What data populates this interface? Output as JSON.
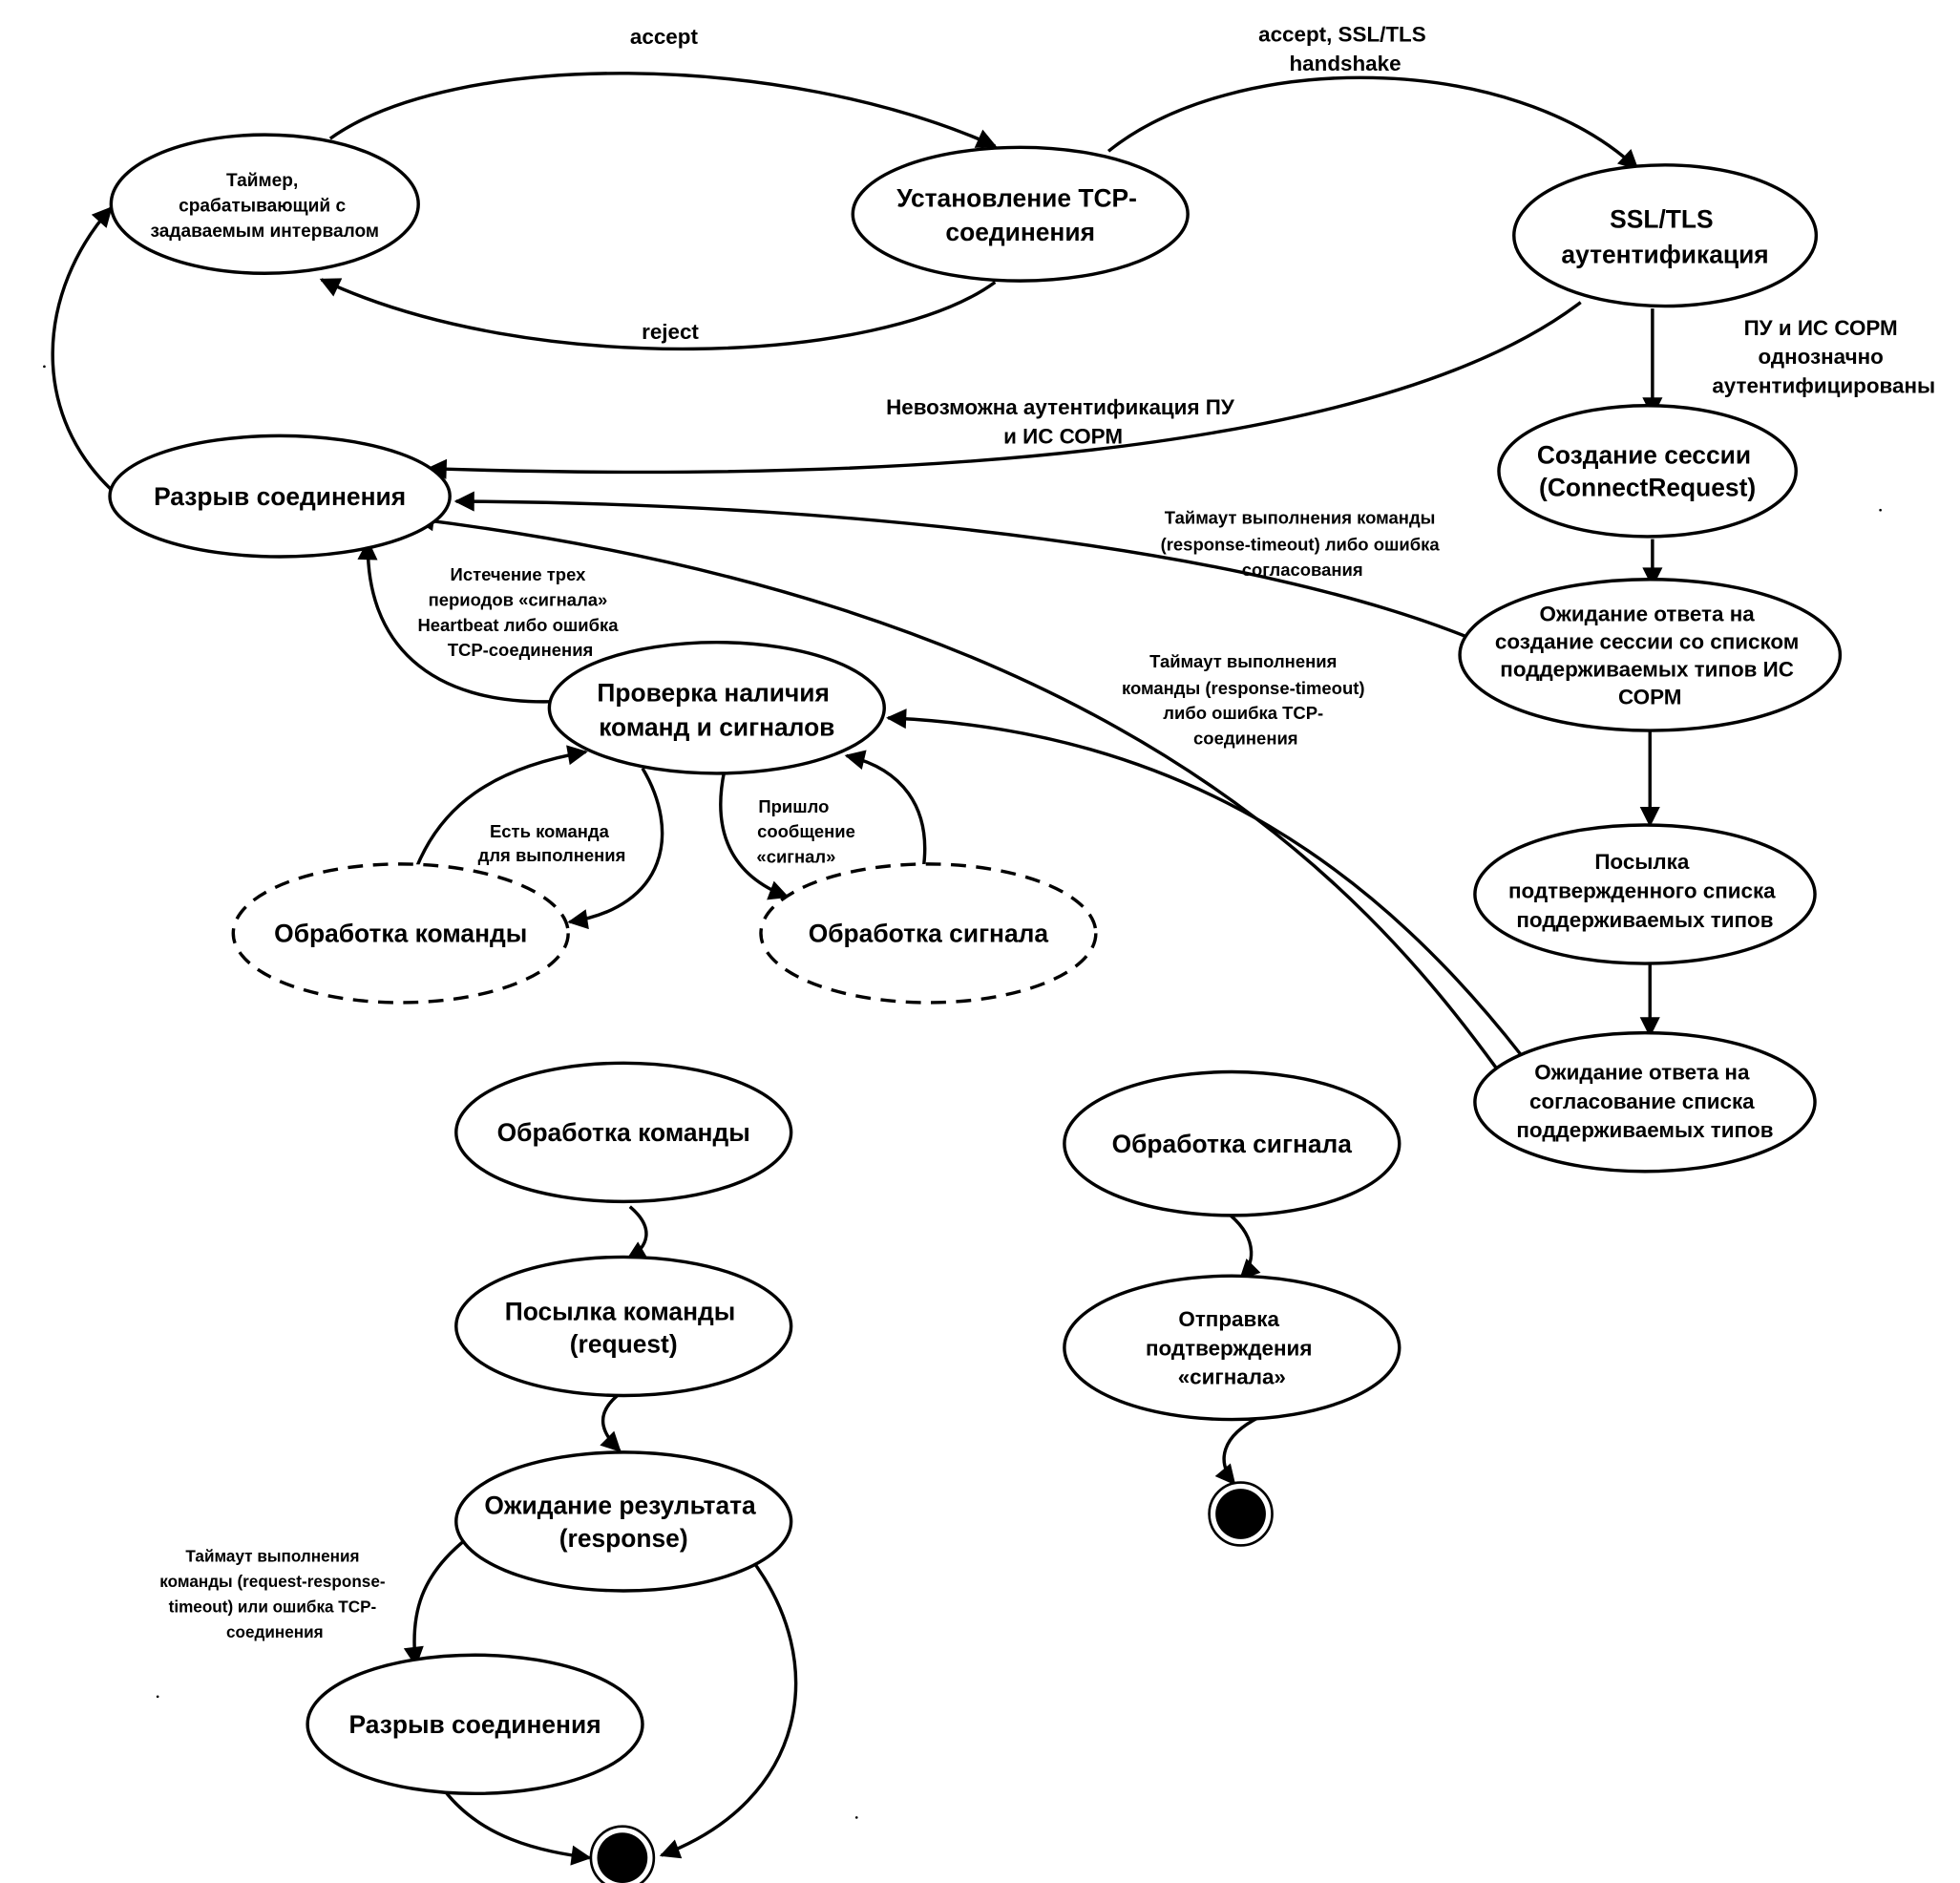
{
  "diagram": {
    "type": "state-machine",
    "colors": {
      "line": "#000000",
      "background": "#ffffff"
    },
    "nodes": {
      "timer": {
        "lines": [
          "Таймер,",
          "срабатывающий с",
          "задаваемым интервалом"
        ]
      },
      "tcp": {
        "lines": [
          "Установление TCP-",
          "соединения"
        ]
      },
      "ssl": {
        "lines": [
          "SSL/TLS",
          "аутентификация"
        ]
      },
      "disconnect": {
        "lines": [
          "Разрыв соединения"
        ]
      },
      "session": {
        "lines": [
          "Создание сессии",
          "(ConnectRequest)"
        ]
      },
      "wait_session": {
        "lines": [
          "Ожидание ответа на",
          "создание сессии со списком",
          "поддерживаемых типов ИС",
          "СОРМ"
        ]
      },
      "check": {
        "lines": [
          "Проверка наличия",
          "команд и сигналов"
        ]
      },
      "send_list": {
        "lines": [
          "Посылка",
          "подтвержденного списка",
          "поддерживаемых типов"
        ]
      },
      "proc_cmd_dashed": {
        "lines": [
          "Обработка команды"
        ]
      },
      "proc_sig_dashed": {
        "lines": [
          "Обработка сигнала"
        ]
      },
      "wait_agree": {
        "lines": [
          "Ожидание ответа на",
          "согласование списка",
          "поддерживаемых типов"
        ]
      },
      "proc_cmd": {
        "lines": [
          "Обработка команды"
        ]
      },
      "proc_sig": {
        "lines": [
          "Обработка сигнала"
        ]
      },
      "send_cmd": {
        "lines": [
          "Посылка команды",
          "(request)"
        ]
      },
      "send_ack": {
        "lines": [
          "Отправка",
          "подтверждения",
          "«сигнала»"
        ]
      },
      "wait_result": {
        "lines": [
          "Ожидание результата",
          "(response)"
        ]
      },
      "disconnect2": {
        "lines": [
          "Разрыв соединения"
        ]
      }
    },
    "edge_labels": {
      "accept": [
        "accept"
      ],
      "accept_ssl": [
        "accept, SSL/TLS",
        "handshake"
      ],
      "reject": [
        "reject"
      ],
      "auth_ok": [
        "ПУ и ИС СОРМ",
        "однозначно",
        "аутентифицированы"
      ],
      "auth_fail": [
        "Невозможна аутентификация ПУ",
        "и ИС СОРМ"
      ],
      "timeout_agree": [
        "Таймаут выполнения команды",
        "(response-timeout)  либо ошибка",
        "согласования"
      ],
      "heartbeat": [
        "Истечение трех",
        "периодов «сигнала»",
        "Heartbeat либо ошибка",
        "TCP-соединения"
      ],
      "timeout_tcp": [
        "Таймаут выполнения",
        "команды (response-timeout)",
        "либо ошибка TCP-",
        "соединения"
      ],
      "has_cmd": [
        "Есть команда",
        "для выполнения"
      ],
      "got_sig": [
        "Пришло",
        "сообщение",
        "«сигнал»"
      ],
      "req_timeout": [
        "Таймаут выполнения",
        "команды (request-response-",
        "timeout)  или ошибка TCP-",
        "соединения"
      ]
    }
  }
}
